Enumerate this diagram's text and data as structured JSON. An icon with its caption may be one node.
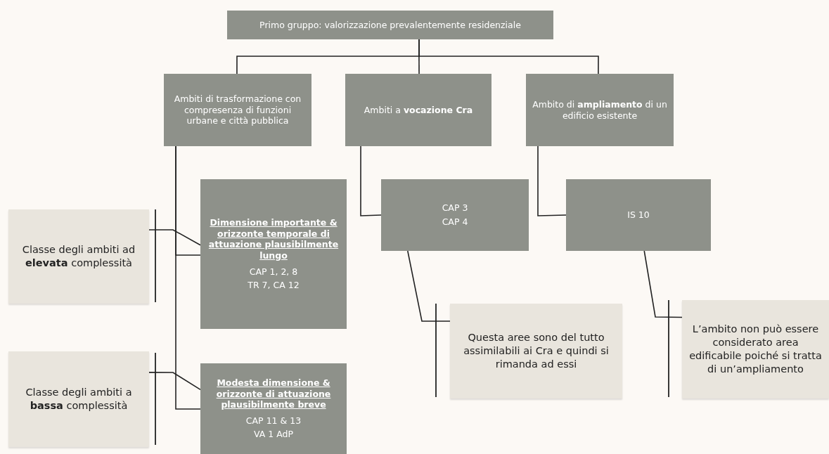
{
  "diagram": {
    "nodes": [
      {
        "text": [
          "Primo gruppo: valorizzazione prevalentemente residenziale"
        ]
      },
      {
        "text": [
          "Ambiti di trasformazione con compresenza di funzioni urbane e città pubblica"
        ]
      },
      {
        "text": [
          "Ambiti a **vocazione Cra**"
        ]
      },
      {
        "text": [
          "Ambito di **ampliamento** di un edificio esistente"
        ]
      },
      {
        "text": [
          "Dimensione importante & orizzonte temporale di attuazione plausibilmente lungo",
          "CAP 1,  2,  8",
          "TR 7, CA 12"
        ]
      },
      {
        "text": [
          "Modesta dimensione & orizzonte di attuazione plausibilmente breve",
          "CAP 11 & 13",
          "VA 1 AdP"
        ]
      },
      {
        "text": [
          "CAP 3",
          "CAP 4"
        ]
      },
      {
        "text": [
          "IS 10"
        ]
      },
      {
        "text": [
          "Classe degli ambiti ad **elevata** complessità"
        ]
      },
      {
        "text": [
          "Classe degli ambiti a **bassa** complessità"
        ]
      },
      {
        "text": [
          "Questa aree sono del tutto assimilabili ai Cra e quindi si rimanda ad essi"
        ]
      },
      {
        "text": [
          "L’ambito non può essere considerato area edificabile poiché si tratta di un’ampliamento"
        ]
      }
    ],
    "edges": [
      {
        "from": 0,
        "to": 1,
        "arrow": "none"
      },
      {
        "from": 0,
        "to": 2,
        "arrow": "none"
      },
      {
        "from": 0,
        "to": 3,
        "arrow": "none"
      },
      {
        "from": 1,
        "to": 4,
        "arrow": "none"
      },
      {
        "from": 1,
        "to": 5,
        "arrow": "none"
      },
      {
        "from": 2,
        "to": 6,
        "arrow": "none"
      },
      {
        "from": 3,
        "to": 7,
        "arrow": "none"
      },
      {
        "from": 8,
        "to": 4,
        "arrow": "none"
      },
      {
        "from": 9,
        "to": 5,
        "arrow": "none"
      },
      {
        "from": 10,
        "to": 6,
        "arrow": "none"
      },
      {
        "from": 11,
        "to": 7,
        "arrow": "none"
      }
    ]
  }
}
